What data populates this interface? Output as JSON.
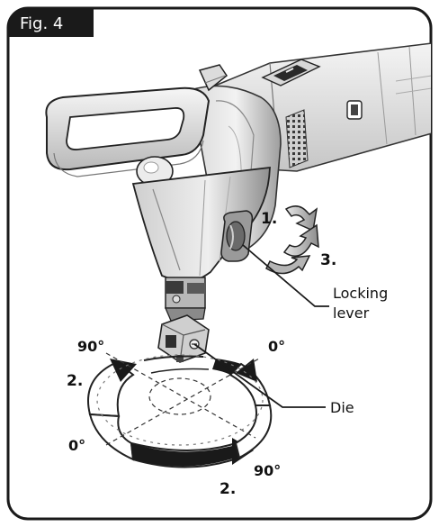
{
  "figure": {
    "tag": "Fig. 4"
  },
  "callouts": {
    "locking_lever_line1": "Locking",
    "locking_lever_line2": "lever",
    "die": "Die"
  },
  "steps": {
    "step1": "1.",
    "step2_left": "2.",
    "step2_bottom": "2.",
    "step3": "3."
  },
  "angles": {
    "top_left": "90°",
    "top_right": "0°",
    "bottom_left": "0°",
    "bottom_right": "90°"
  },
  "colors": {
    "ink": "#111111",
    "tool_light": "#ededed",
    "tool_mid": "#c9c9c9",
    "tool_dark": "#8a8a8a",
    "tool_darker": "#5a5a5a",
    "frame": "#1a1a1a"
  }
}
